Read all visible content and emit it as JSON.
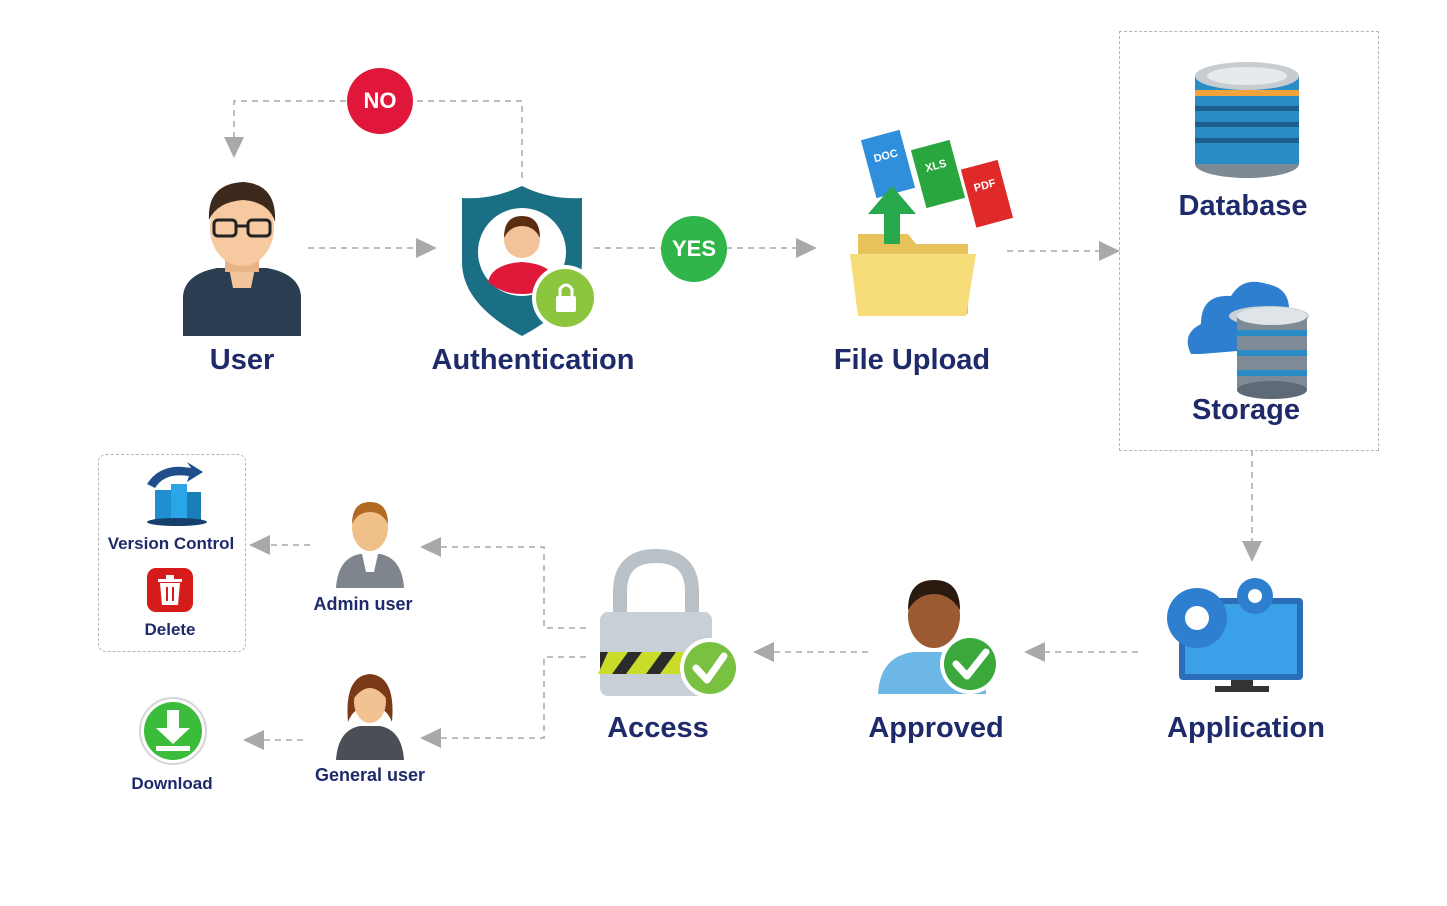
{
  "nodes": {
    "user": "User",
    "authentication": "Authentication",
    "file_upload": "File Upload",
    "database": "Database",
    "storage": "Storage",
    "application": "Application",
    "approved": "Approved",
    "access": "Access",
    "admin_user": "Admin user",
    "general_user": "General user",
    "version_control": "Version Control",
    "delete": "Delete",
    "download": "Download"
  },
  "badges": {
    "no": "NO",
    "yes": "YES"
  },
  "file_types": [
    "DOC",
    "XLS",
    "PDF"
  ],
  "colors": {
    "label": "#1f2a6b",
    "no_badge": "#e0173a",
    "yes_badge": "#2fb54a",
    "arrow": "#a9a9a9",
    "shield": "#1a6f85",
    "lock_badge": "#8cc63f"
  }
}
